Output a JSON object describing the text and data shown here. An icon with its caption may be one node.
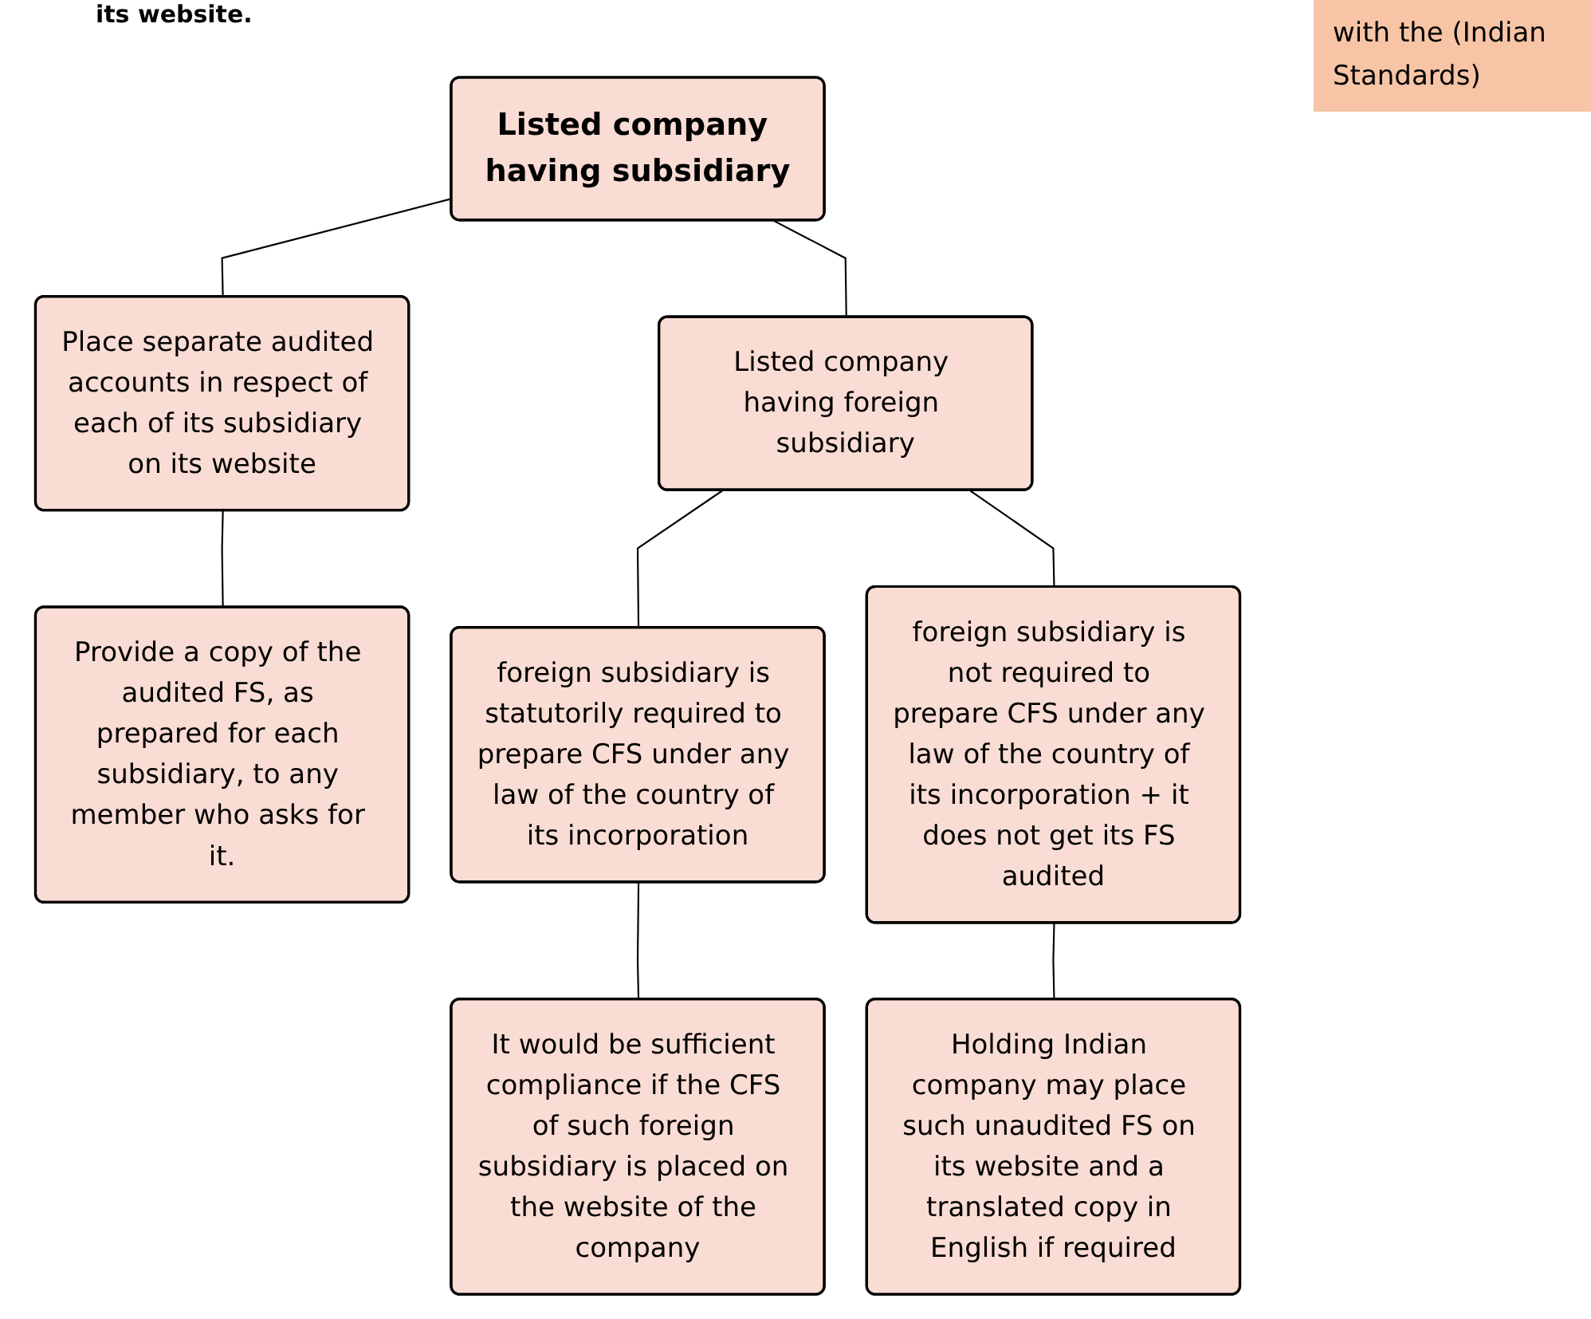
{
  "diagram": {
    "nodes": [
      {
        "text": [
          "Listed company having subsidiary"
        ]
      },
      {
        "text": [
          "Place separate audited accounts in respect of each of its subsidiary on its website"
        ]
      },
      {
        "text": [
          "Listed company having foreign subsidiary"
        ]
      },
      {
        "text": [
          "Provide a copy of the audited FS, as prepared for each subsidiary, to any member who asks for it."
        ]
      },
      {
        "text": [
          "foreign subsidiary is statutorily required to prepare CFS under any law of the country of its incorporation"
        ]
      },
      {
        "text": [
          "foreign subsidiary is not required to prepare CFS under any law of the country of its incorporation + it does not get its FS audited"
        ]
      },
      {
        "text": [
          "It would be sufficient compliance if the CFS of such foreign subsidiary is placed on the website of the company"
        ]
      },
      {
        "text": [
          "Holding Indian company may place such unaudited FS on its website and a translated copy in English if required"
        ]
      }
    ],
    "edges": [
      {
        "from": 0,
        "to": 1,
        "arrow": "none"
      },
      {
        "from": 0,
        "to": 2,
        "arrow": "none"
      },
      {
        "from": 1,
        "to": 3,
        "arrow": "none"
      },
      {
        "from": 2,
        "to": 4,
        "arrow": "none"
      },
      {
        "from": 2,
        "to": 5,
        "arrow": "none"
      },
      {
        "from": 4,
        "to": 6,
        "arrow": "none"
      },
      {
        "from": 5,
        "to": 7,
        "arrow": "none"
      }
    ],
    "labels": [
      "its website.",
      "with the (Indian Standards)"
    ]
  }
}
